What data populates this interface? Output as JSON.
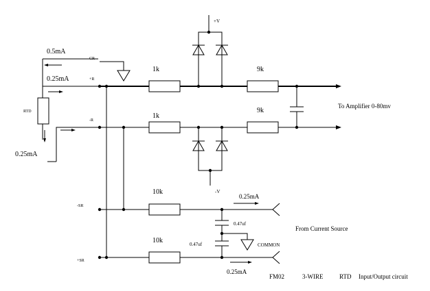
{
  "left": {
    "current_top": "0.5mA",
    "current_mid": "0.25mA",
    "current_bottom": "0.25mA",
    "rtd": "RTD"
  },
  "terminals": {
    "cr": "CR",
    "plus_r": "+R",
    "minus_r": "-R",
    "minus_sr": "-SR",
    "plus_sr": "+SR"
  },
  "resistors": {
    "r1": "1k",
    "r2": "9k",
    "r3": "1k",
    "r4": "9k",
    "r5": "10k",
    "r6": "10k"
  },
  "supply": {
    "plus_v": "+V",
    "minus_v": "-V"
  },
  "output": {
    "label": "To    Amplifier 0-80mv"
  },
  "current_source": {
    "current_a": "0.25mA",
    "current_b": "0.25mA",
    "cap1": "0.47uf",
    "cap2": "0.47uf",
    "common": "COMMON",
    "label": "From Current Source"
  },
  "footer": {
    "code": "FM02",
    "wire": "3-WIRE",
    "rtd": "RTD",
    "desc": "Input/Output circuit"
  }
}
